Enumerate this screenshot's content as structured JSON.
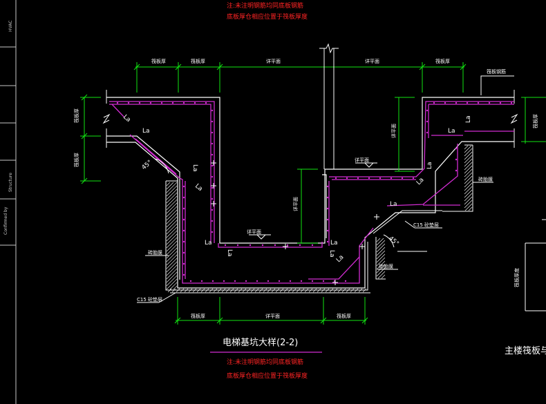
{
  "colors": {
    "background": "#000000",
    "concrete": "#ffffff",
    "rebar": "#d22cd2",
    "dimension": "#12e612",
    "note": "#ff2424",
    "frame": "#c8c8c8"
  },
  "side_panel": {
    "hvac_label": "HVAC",
    "structure_label": "Structure",
    "confirmed_label": "Confirmed by"
  },
  "notes": {
    "top_line1": "注:未注明钢筋均同底板钢筋",
    "top_line2": "底板厚仓相应位置于筏板厚度",
    "bottom_line1": "注:未注明钢筋均同底板钢筋",
    "bottom_line2": "底板厚仓相应位置于筏板厚度"
  },
  "dims": {
    "top_left1": "筏板厚",
    "top_left2": "筏板厚",
    "top_mid1": "详平面",
    "top_mid2": "详平面",
    "top_right": "筏板厚",
    "right_label": "筏板钢筋",
    "left_vert1": "筏板厚",
    "left_vert2": "筏板厚",
    "right_vert1": "筏板厚",
    "right_vert2": "详平面",
    "center_vert": "详平面",
    "bottom_left": "筏板厚",
    "bottom_mid": "详平面",
    "bottom_right": "筏板厚",
    "far_right_vert": "筏板厚度"
  },
  "labels": {
    "la": "La",
    "angle_left": "45°",
    "angle_right": "45°",
    "level_mark": "详平面",
    "level_mark2": "详平面",
    "brick_wall_left": "砖胎膜",
    "brick_wall_right": "砖胎膜",
    "brick_wall_right2": "砖胎膜",
    "c15_left": "C15 砼垫层",
    "c15_right": "C15 砼垫层"
  },
  "title": "电梯基坑大样(2-2)",
  "right_title": "主楼筏板与地"
}
